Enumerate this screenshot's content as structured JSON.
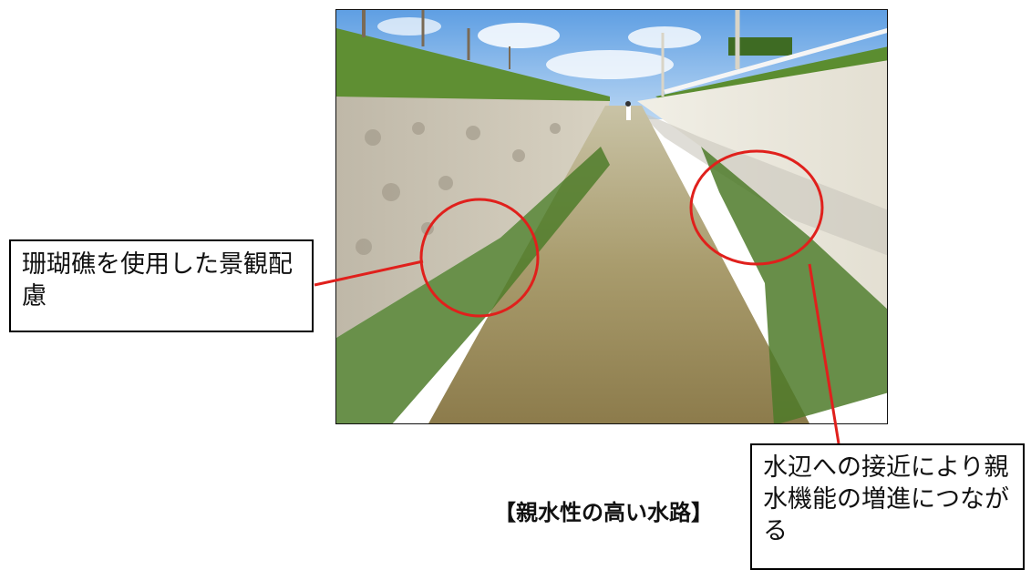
{
  "photo": {
    "subject": "shallow concrete water channel lined with coral rock walls and grass",
    "colors": {
      "sky": "#7fb2e6",
      "water": "#9a8f5c",
      "grass": "#5a8a2e",
      "rock": "#d9d4c6",
      "highlight_circle": "#e0201c"
    }
  },
  "callouts": {
    "left": {
      "text": "珊瑚礁を使用した景観配慮"
    },
    "right": {
      "text": "水辺への接近により親水機能の増進につながる"
    }
  },
  "caption": {
    "text": "【親水性の高い水路】"
  }
}
